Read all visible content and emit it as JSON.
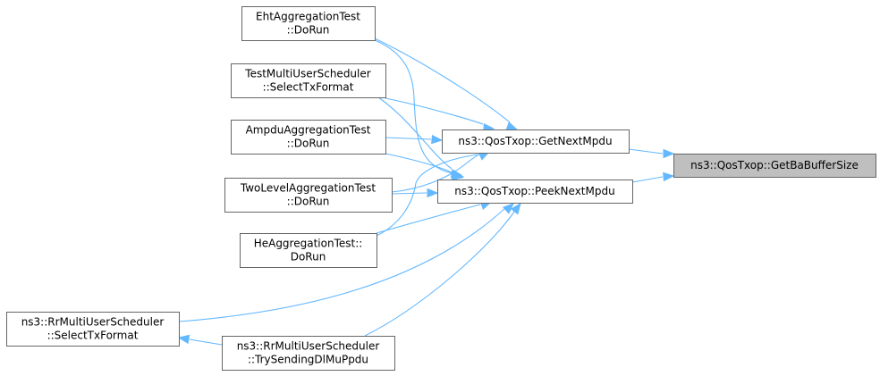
{
  "graph": {
    "nodes": {
      "target": {
        "lines": [
          "ns3::QosTxop::GetBaBufferSize"
        ],
        "selected": true
      },
      "get_next_mpdu": {
        "lines": [
          "ns3::QosTxop::GetNextMpdu"
        ]
      },
      "peek_next_mpdu": {
        "lines": [
          "ns3::QosTxop::PeekNextMpdu"
        ]
      },
      "eht_test": {
        "lines": [
          "EhtAggregationTest",
          "::DoRun"
        ]
      },
      "test_mus": {
        "lines": [
          "TestMultiUserScheduler",
          "::SelectTxFormat"
        ]
      },
      "ampdu_test": {
        "lines": [
          "AmpduAggregationTest",
          "::DoRun"
        ]
      },
      "twolevel_test": {
        "lines": [
          "TwoLevelAggregationTest",
          "::DoRun"
        ]
      },
      "he_test": {
        "lines": [
          "HeAggregationTest::",
          "DoRun"
        ]
      },
      "rr_select": {
        "lines": [
          "ns3::RrMultiUserScheduler",
          "::SelectTxFormat"
        ]
      },
      "rr_try": {
        "lines": [
          "ns3::RrMultiUserScheduler",
          "::TrySendingDlMuPpdu"
        ]
      }
    },
    "edges": [
      {
        "from": "get_next_mpdu",
        "to": "target"
      },
      {
        "from": "peek_next_mpdu",
        "to": "target"
      },
      {
        "from": "eht_test",
        "to": "get_next_mpdu"
      },
      {
        "from": "test_mus",
        "to": "get_next_mpdu"
      },
      {
        "from": "ampdu_test",
        "to": "get_next_mpdu"
      },
      {
        "from": "twolevel_test",
        "to": "get_next_mpdu"
      },
      {
        "from": "he_test",
        "to": "get_next_mpdu"
      },
      {
        "from": "eht_test",
        "to": "peek_next_mpdu"
      },
      {
        "from": "test_mus",
        "to": "peek_next_mpdu"
      },
      {
        "from": "ampdu_test",
        "to": "peek_next_mpdu"
      },
      {
        "from": "twolevel_test",
        "to": "peek_next_mpdu"
      },
      {
        "from": "he_test",
        "to": "peek_next_mpdu"
      },
      {
        "from": "rr_select",
        "to": "peek_next_mpdu"
      },
      {
        "from": "rr_try",
        "to": "peek_next_mpdu"
      },
      {
        "from": "rr_try",
        "to": "rr_select"
      }
    ],
    "colors": {
      "edge": "#63b8ff",
      "node_border": "#666666",
      "node_fill": "#ffffff",
      "selected_fill": "#bfbfbf"
    }
  }
}
